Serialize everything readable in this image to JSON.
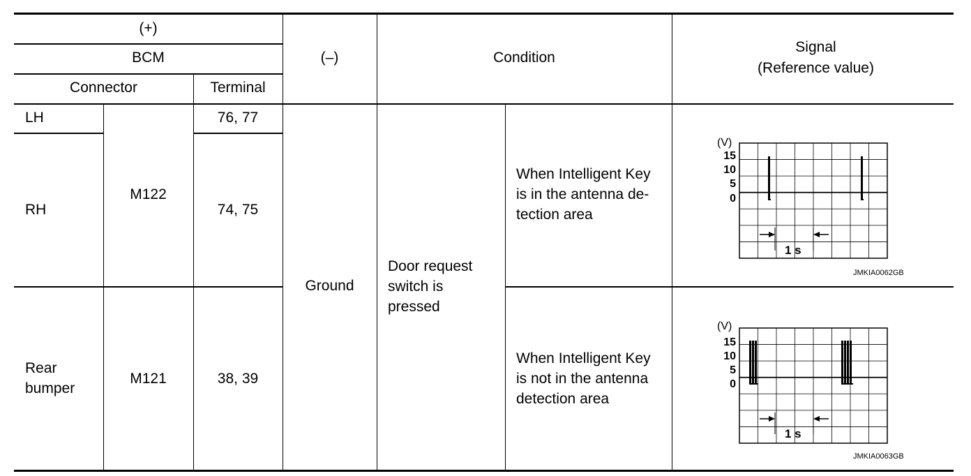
{
  "header": {
    "plus": "(+)",
    "bcm": "BCM",
    "connector": "Connector",
    "terminal": "Terminal",
    "minus": "(–)",
    "condition": "Condition",
    "signal_line1": "Signal",
    "signal_line2": "(Reference value)"
  },
  "rows": [
    {
      "side": "LH",
      "terminal": "76, 77"
    },
    {
      "side": "RH",
      "terminal": "74, 75"
    },
    {
      "side_line1": "Rear",
      "side_line2": "bumper",
      "connector": "M121",
      "terminal": "38, 39"
    }
  ],
  "connector_front": "M122",
  "ground": "Ground",
  "door_condition": [
    "Door request",
    "switch is",
    "pressed"
  ],
  "conditions": [
    {
      "lines": [
        "When Intelligent Key",
        "is in the antenna de-",
        "tection area"
      ]
    },
    {
      "lines": [
        "When Intelligent Key",
        "is not in the antenna",
        "detection area"
      ]
    }
  ],
  "waveforms": [
    {
      "unit": "(V)",
      "y_ticks": [
        "15",
        "10",
        "5",
        "0"
      ],
      "time_label": "1 s",
      "ref_code": "JMKIA0062GB",
      "pulse_pattern": "single pulse per period"
    },
    {
      "unit": "(V)",
      "y_ticks": [
        "15",
        "10",
        "5",
        "0"
      ],
      "time_label": "1 s",
      "ref_code": "JMKIA0063GB",
      "pulse_pattern": "burst of pulses per period"
    }
  ]
}
